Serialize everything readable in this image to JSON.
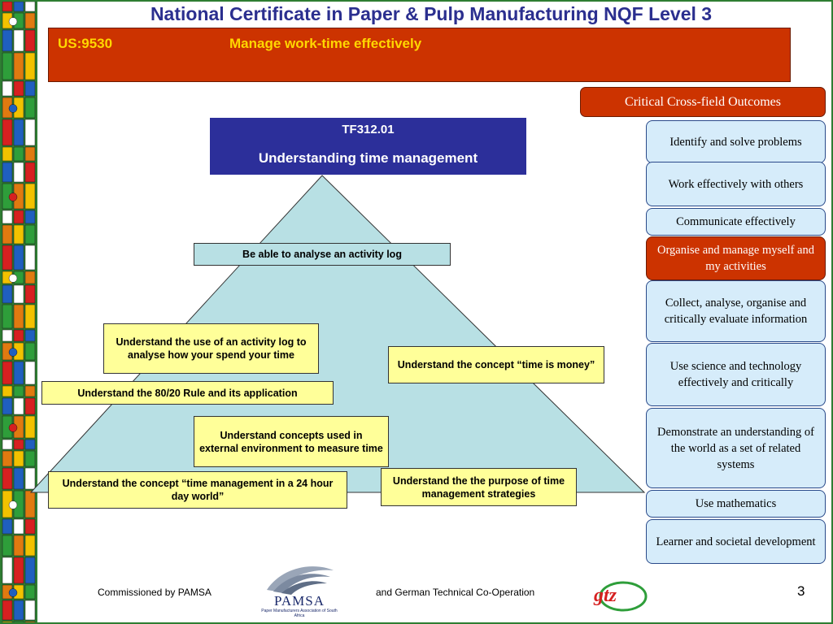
{
  "header": {
    "title": "National Certificate in Paper & Pulp Manufacturing NQF Level 3"
  },
  "unit": {
    "code": "US:9530",
    "title": "Manage work-time effectively"
  },
  "topic": {
    "code": "TF312.01",
    "title": "Understanding time management"
  },
  "pyramid_items": {
    "activity_log": "Be able to analyse an activity log",
    "use_log": "Understand the use of an activity log to analyse how your spend your time",
    "time_money": "Understand the concept “time is money”",
    "rule_8020": "Understand the 80/20 Rule and its application",
    "external_concepts": "Understand concepts used in external environment to measure time",
    "day_world": "Understand the concept “time management in a 24 hour day world”",
    "strategies": "Understand the the purpose of time management strategies"
  },
  "ccfo": {
    "header": "Critical Cross-field Outcomes",
    "items": [
      "Identify and solve problems",
      "Work effectively with others",
      "Communicate effectively",
      "Organise and manage myself and my activities",
      "Collect, analyse, organise and critically evaluate information",
      "Use science and technology effectively and critically",
      "Demonstrate an understanding of the world as a set of related systems",
      "Use mathematics",
      "Learner and societal development"
    ],
    "active_index": 3
  },
  "footer": {
    "commissioned": "Commissioned by PAMSA",
    "cooperation": "and German Technical Co-Operation",
    "page_number": "3"
  },
  "logos": {
    "pamsa_name": "PAMSA",
    "pamsa_sub": "Paper Manufacturers Association of South Africa",
    "gtz": "gtz"
  },
  "colors": {
    "title": "#2b2f8f",
    "banner": "#cc3300",
    "banner_text": "#ffd700",
    "topic_box": "#2c2f9a",
    "pyramid": "#b8e0e4",
    "outcome_box": "#ffff99",
    "ccfo_box": "#d6ecfa"
  }
}
